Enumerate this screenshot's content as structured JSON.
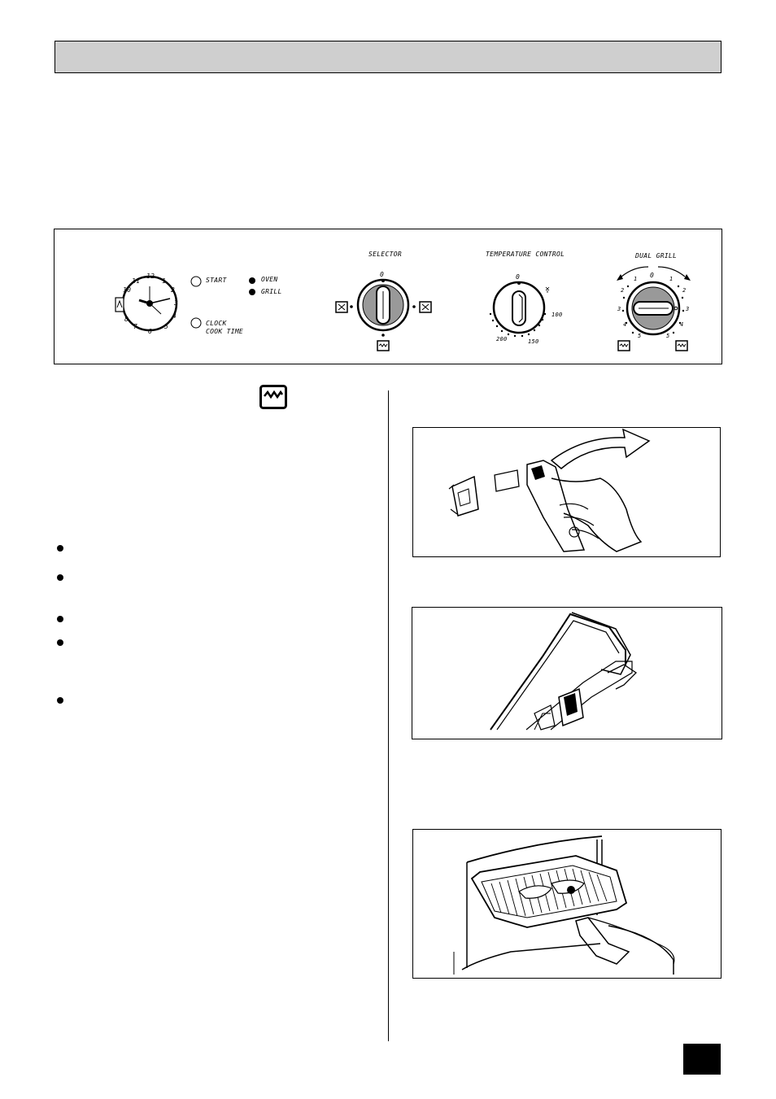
{
  "control_panel": {
    "clock": {
      "numbers": [
        "12",
        "1",
        "2",
        "3",
        "4",
        "5",
        "6",
        "7",
        "8",
        "10",
        "11"
      ],
      "start_label": "START",
      "clock_label": "CLOCK",
      "cook_time_label": "COOK TIME"
    },
    "indicators": {
      "oven_label": "OVEN",
      "grill_label": "GRILL"
    },
    "selector": {
      "title": "SELECTOR",
      "zero_label": "0"
    },
    "temperature": {
      "title": "TEMPERATURE CONTROL",
      "zero_label": "0",
      "labels": [
        "100",
        "150",
        "200"
      ]
    },
    "dual_grill": {
      "title": "DUAL GRILL",
      "zero_label": "0",
      "left_scale": [
        "1",
        "2",
        "3",
        "4",
        "5"
      ],
      "right_scale": [
        "1",
        "2",
        "3",
        "4",
        "5"
      ]
    }
  },
  "bullets_count": 5,
  "icons": {
    "heading_icon": "grill-element-icon"
  }
}
